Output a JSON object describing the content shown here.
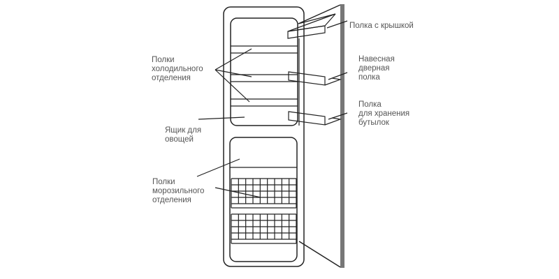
{
  "labels": {
    "shelf_with_lid": "Полка с крышкой",
    "fridge_shelves": "Полки\nхолодильного\nотделения",
    "door_shelf": "Навесная\nдверная\nполка",
    "bottle_shelf": "Полка\nдля хранения\nбутылок",
    "vegetable_drawer": "Ящик для\nовощей",
    "freezer_shelves": "Полки\nморозильного\nотделения"
  },
  "colors": {
    "line": "#222222",
    "door_edge": "#777777",
    "text": "#555555"
  }
}
